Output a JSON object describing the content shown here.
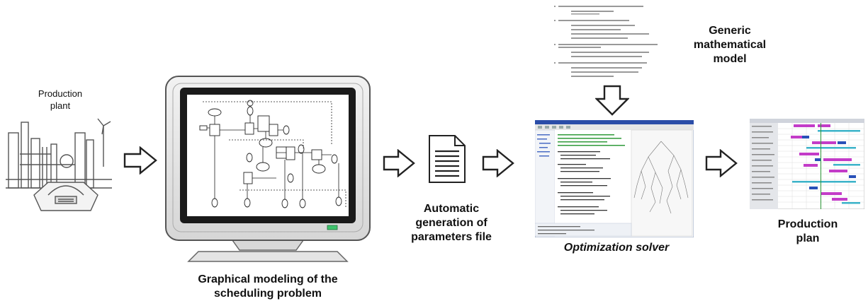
{
  "labels": {
    "production_plant": "Production\nplant",
    "graphical_modeling": "Graphical modeling of the\nscheduling problem",
    "automatic_generation": "Automatic\ngeneration of\nparameters file",
    "generic_model": "Generic\nmathematical\nmodel",
    "optimization_solver": "Optimization solver",
    "production_plan": "Production\nplan"
  },
  "icons": [
    "factory-icon",
    "computer-monitor-icon",
    "document-icon",
    "arrow-right-icon",
    "arrow-down-icon",
    "solver-screenshot-icon",
    "gantt-chart-icon",
    "math-model-page-icon"
  ],
  "colors": {
    "arrow_fill": "#ffffff",
    "arrow_stroke": "#222222",
    "gantt_magenta": "#c33cc8",
    "gantt_cyan": "#3bb3c9",
    "gantt_blue": "#2850b8",
    "monitor_bezel": "#e8e8e8",
    "screen_frame": "#1a1a1a",
    "led_green": "#3ec46d"
  }
}
